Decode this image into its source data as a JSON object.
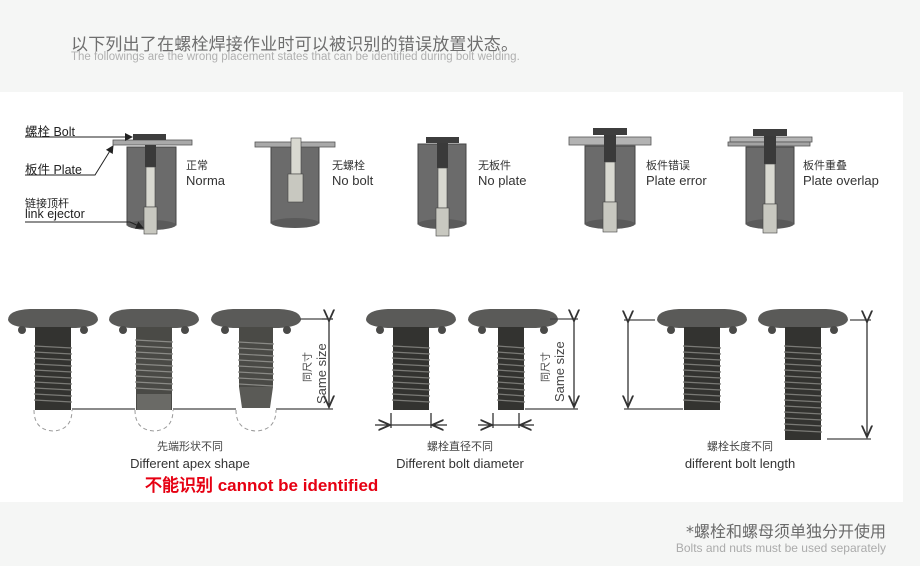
{
  "header": {
    "title_cn": "以下列出了在螺栓焊接作业时可以被识别的错误放置状态。",
    "title_en": "The followings are the wrong placement states that can be identified during bolt welding."
  },
  "callouts": {
    "bolt": "螺栓 Bolt",
    "plate": "板件 Plate",
    "ejector_cn": "链接顶杆",
    "ejector_en": "link ejector"
  },
  "states": [
    {
      "cn": "正常",
      "en": "Norma"
    },
    {
      "cn": "无螺栓",
      "en": "No bolt"
    },
    {
      "cn": "无板件",
      "en": "No plate"
    },
    {
      "cn": "板件错误",
      "en": "Plate error"
    },
    {
      "cn": "板件重叠",
      "en": "Plate overlap"
    }
  ],
  "dimension_labels": {
    "same_size_cn": "同尺寸",
    "same_size_en": "Same size"
  },
  "bolt_groups": [
    {
      "cn": "先端形状不同",
      "en": "Different apex shape"
    },
    {
      "cn": "螺栓直径不同",
      "en": "Different bolt diameter"
    },
    {
      "cn": "螺栓长度不同",
      "en": "different bolt length"
    }
  ],
  "warning": "不能识别 cannot be identified",
  "footer": {
    "note_cn": "*螺栓和螺母须单独分开使用",
    "note_en": "Bolts and nuts must be used separately"
  },
  "colors": {
    "background": "#f5f6f5",
    "panel": "#ffffff",
    "warning_red": "#e60012",
    "fixture_gray": "#6b6b6b",
    "bolt_dark": "#3a3a3a"
  }
}
